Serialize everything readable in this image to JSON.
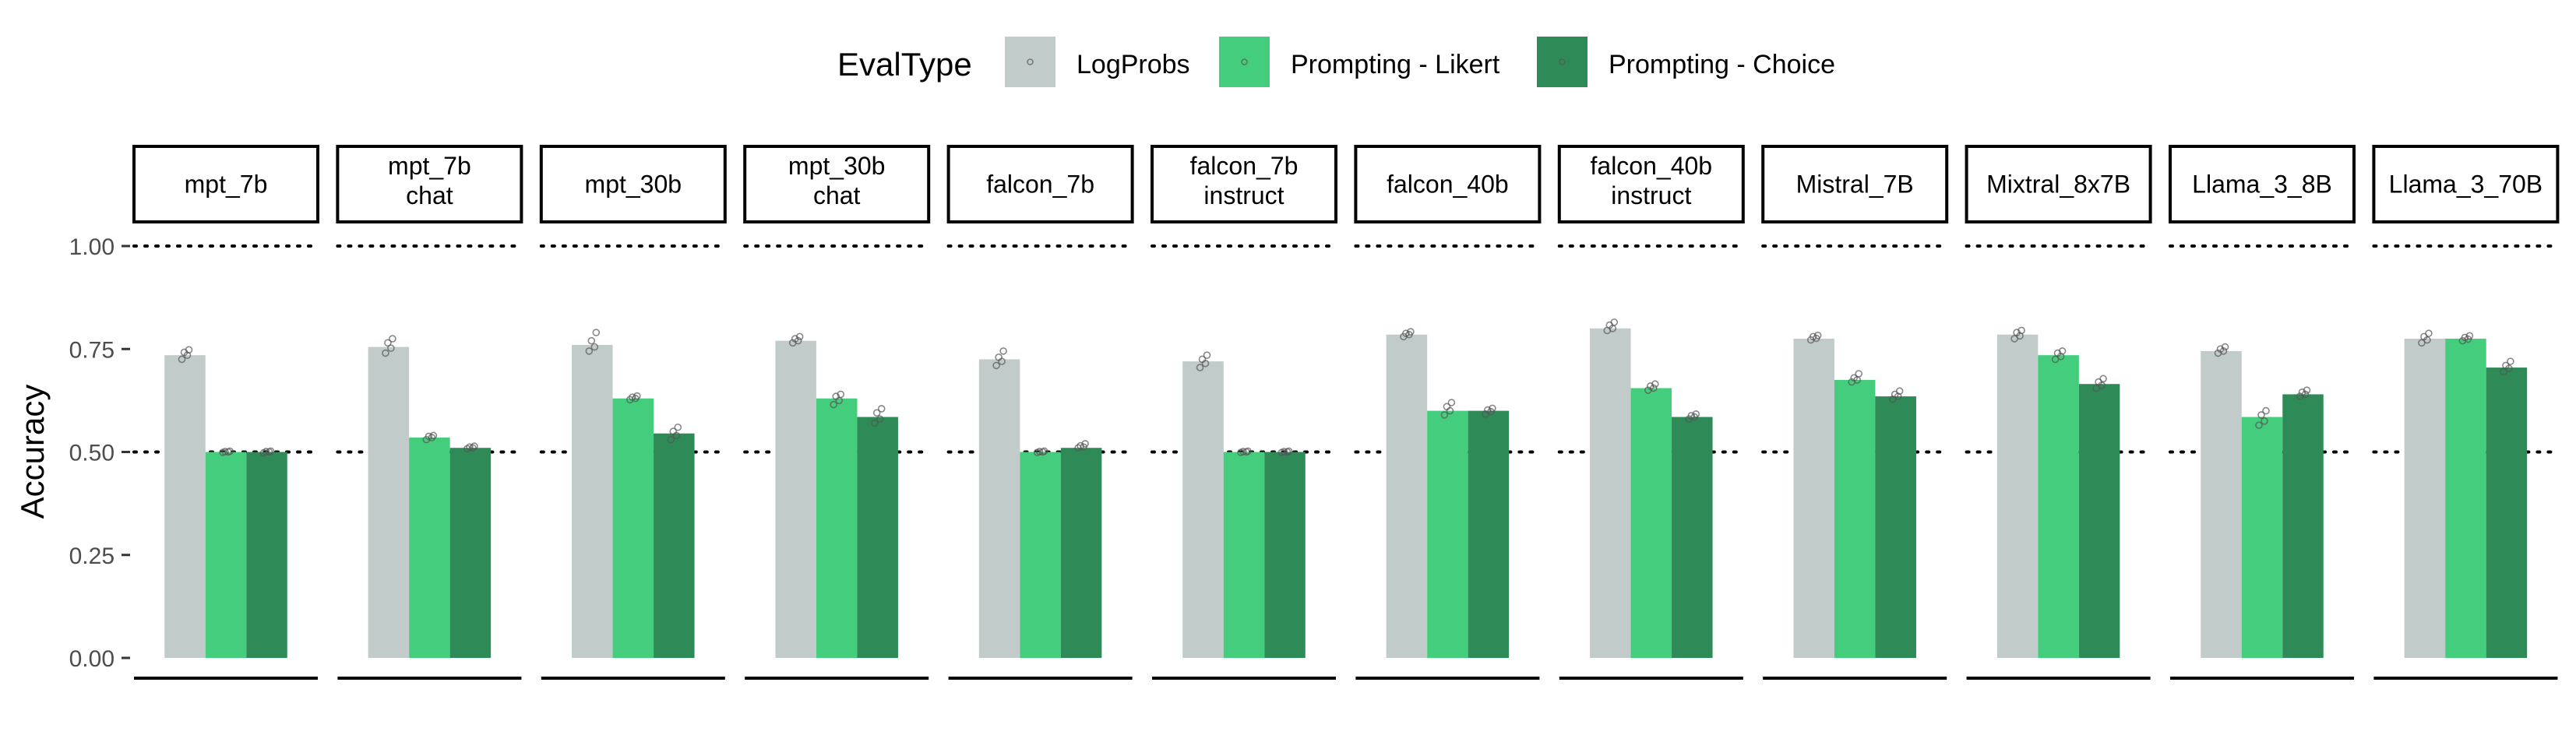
{
  "chart_data": {
    "type": "bar",
    "ylabel": "Accuracy",
    "ylim": [
      0,
      1
    ],
    "yticks": [
      "0.00",
      "0.25",
      "0.50",
      "0.75",
      "1.00"
    ],
    "reference_lines": [
      0.5,
      1.0
    ],
    "legend": {
      "title": "EvalType",
      "placement": "top"
    },
    "series": [
      {
        "name": "LogProbs",
        "color": "#c1cbca"
      },
      {
        "name": "Prompting - Likert",
        "color": "#44cd7d"
      },
      {
        "name": "Prompting - Choice",
        "color": "#2e8b57"
      }
    ],
    "facets": [
      {
        "label": [
          "mpt_7b"
        ],
        "values": [
          0.735,
          0.5,
          0.5
        ],
        "points": [
          [
            0.725,
            0.735,
            0.742,
            0.748
          ],
          [
            0.499,
            0.5,
            0.501,
            0.502
          ],
          [
            0.498,
            0.5,
            0.501,
            0.502
          ]
        ]
      },
      {
        "label": [
          "mpt_7b",
          "chat"
        ],
        "values": [
          0.755,
          0.535,
          0.51
        ],
        "points": [
          [
            0.74,
            0.752,
            0.765,
            0.775
          ],
          [
            0.53,
            0.535,
            0.538,
            0.54
          ],
          [
            0.508,
            0.51,
            0.512,
            0.514
          ]
        ]
      },
      {
        "label": [
          "mpt_30b"
        ],
        "values": [
          0.76,
          0.63,
          0.545
        ],
        "points": [
          [
            0.745,
            0.755,
            0.77,
            0.79
          ],
          [
            0.627,
            0.63,
            0.633,
            0.636
          ],
          [
            0.53,
            0.54,
            0.55,
            0.56
          ]
        ]
      },
      {
        "label": [
          "mpt_30b",
          "chat"
        ],
        "values": [
          0.77,
          0.63,
          0.585
        ],
        "points": [
          [
            0.765,
            0.77,
            0.775,
            0.78
          ],
          [
            0.615,
            0.625,
            0.635,
            0.64
          ],
          [
            0.57,
            0.58,
            0.595,
            0.605
          ]
        ]
      },
      {
        "label": [
          "falcon_7b"
        ],
        "values": [
          0.725,
          0.5,
          0.51
        ],
        "points": [
          [
            0.71,
            0.72,
            0.73,
            0.745
          ],
          [
            0.499,
            0.5,
            0.501,
            0.502
          ],
          [
            0.51,
            0.512,
            0.515,
            0.52
          ]
        ]
      },
      {
        "label": [
          "falcon_7b",
          "instruct"
        ],
        "values": [
          0.72,
          0.5,
          0.5
        ],
        "points": [
          [
            0.705,
            0.715,
            0.725,
            0.735
          ],
          [
            0.499,
            0.5,
            0.501,
            0.502
          ],
          [
            0.499,
            0.5,
            0.501,
            0.502
          ]
        ]
      },
      {
        "label": [
          "falcon_40b"
        ],
        "values": [
          0.785,
          0.6,
          0.6
        ],
        "points": [
          [
            0.78,
            0.785,
            0.788,
            0.792
          ],
          [
            0.59,
            0.6,
            0.61,
            0.62
          ],
          [
            0.592,
            0.598,
            0.602,
            0.606
          ]
        ]
      },
      {
        "label": [
          "falcon_40b",
          "instruct"
        ],
        "values": [
          0.8,
          0.655,
          0.585
        ],
        "points": [
          [
            0.795,
            0.8,
            0.808,
            0.815
          ],
          [
            0.65,
            0.655,
            0.66,
            0.665
          ],
          [
            0.58,
            0.585,
            0.588,
            0.592
          ]
        ]
      },
      {
        "label": [
          "Mistral_7B"
        ],
        "values": [
          0.775,
          0.675,
          0.635
        ],
        "points": [
          [
            0.772,
            0.776,
            0.78,
            0.783
          ],
          [
            0.67,
            0.675,
            0.68,
            0.69
          ],
          [
            0.628,
            0.635,
            0.64,
            0.648
          ]
        ]
      },
      {
        "label": [
          "Mixtral_8x7B"
        ],
        "values": [
          0.785,
          0.735,
          0.665
        ],
        "points": [
          [
            0.775,
            0.782,
            0.79,
            0.795
          ],
          [
            0.725,
            0.732,
            0.74,
            0.745
          ],
          [
            0.655,
            0.662,
            0.67,
            0.678
          ]
        ]
      },
      {
        "label": [
          "Llama_3_8B"
        ],
        "values": [
          0.745,
          0.585,
          0.64
        ],
        "points": [
          [
            0.74,
            0.745,
            0.75,
            0.755
          ],
          [
            0.565,
            0.575,
            0.59,
            0.6
          ],
          [
            0.635,
            0.64,
            0.645,
            0.65
          ]
        ]
      },
      {
        "label": [
          "Llama_3_70B"
        ],
        "values": [
          0.775,
          0.775,
          0.705
        ],
        "points": [
          [
            0.765,
            0.772,
            0.78,
            0.788
          ],
          [
            0.77,
            0.774,
            0.778,
            0.782
          ],
          [
            0.695,
            0.703,
            0.71,
            0.72
          ]
        ]
      }
    ]
  }
}
